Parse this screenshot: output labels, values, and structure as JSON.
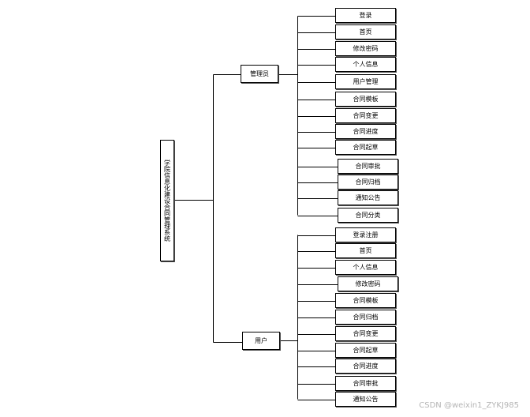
{
  "diagram": {
    "root": "学院信息化建设合同管理系统",
    "branches": [
      {
        "label": "管理员",
        "items": [
          "登录",
          "首页",
          "修改密码",
          "个人信息",
          "用户管理",
          "合同模板",
          "合同变更",
          "合同进度",
          "合同起草",
          "合同审批",
          "合同归档",
          "通知公告",
          "合同分类"
        ]
      },
      {
        "label": "用户",
        "items": [
          "登录注册",
          "首页",
          "个人信息",
          "修改密码",
          "合同模板",
          "合同归档",
          "合同变更",
          "合同起草",
          "合同进度",
          "合同审批",
          "通知公告"
        ]
      }
    ]
  },
  "watermark": "CSDN @weixin1_ZYKJ985"
}
